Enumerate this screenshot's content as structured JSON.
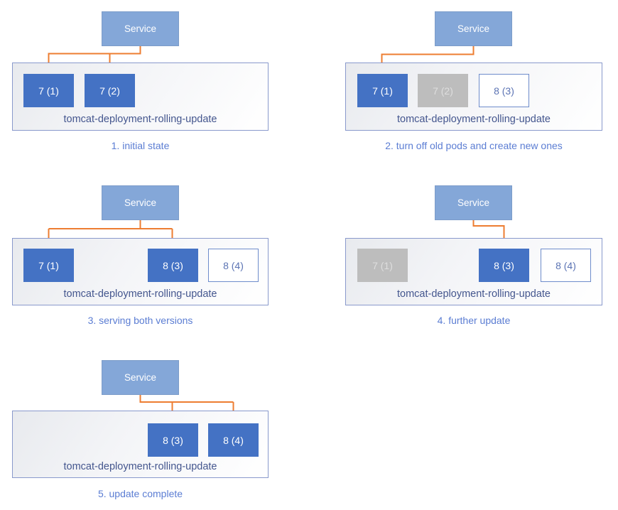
{
  "colors": {
    "arrow": "#ED7D31",
    "service_fill": "#84A7D8",
    "pod_active_fill": "#4472C4",
    "pod_off_fill": "#BDBDBD",
    "pod_new_border": "#6E8CCB",
    "pod_new_text": "#5C74B4",
    "container_border": "#8999CC",
    "deployment_label_text": "#44568E",
    "caption_text": "#5B7DD3"
  },
  "panels": [
    {
      "service_label": "Service",
      "deployment_label": "tomcat-deployment-rolling-update",
      "caption": "1. initial state",
      "pods": [
        {
          "label": "7 (1)",
          "state": "active"
        },
        {
          "label": "7 (2)",
          "state": "active"
        }
      ]
    },
    {
      "service_label": "Service",
      "deployment_label": "tomcat-deployment-rolling-update",
      "caption": "2. turn off old pods and create new ones",
      "pods": [
        {
          "label": "7 (1)",
          "state": "active"
        },
        {
          "label": "7 (2)",
          "state": "off"
        },
        {
          "label": "8 (3)",
          "state": "new"
        }
      ]
    },
    {
      "service_label": "Service",
      "deployment_label": "tomcat-deployment-rolling-update",
      "caption": "3. serving both versions",
      "pods": [
        {
          "label": "7 (1)",
          "state": "active"
        },
        {
          "label": "8 (3)",
          "state": "active"
        },
        {
          "label": "8 (4)",
          "state": "new"
        }
      ]
    },
    {
      "service_label": "Service",
      "deployment_label": "tomcat-deployment-rolling-update",
      "caption": "4. further update",
      "pods": [
        {
          "label": "7 (1)",
          "state": "off"
        },
        {
          "label": "8 (3)",
          "state": "active"
        },
        {
          "label": "8 (4)",
          "state": "new"
        }
      ]
    },
    {
      "service_label": "Service",
      "deployment_label": "tomcat-deployment-rolling-update",
      "caption": "5. update complete",
      "pods": [
        {
          "label": "8 (3)",
          "state": "active"
        },
        {
          "label": "8 (4)",
          "state": "active"
        }
      ]
    }
  ]
}
